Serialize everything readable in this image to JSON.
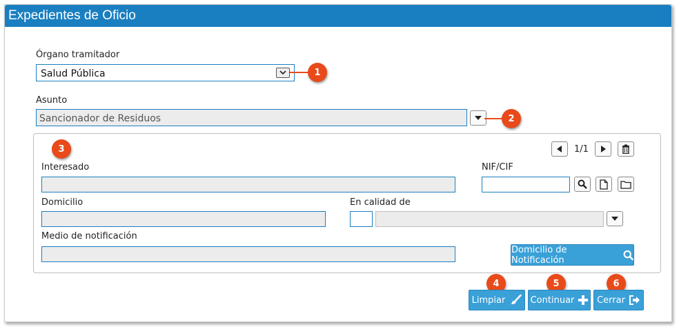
{
  "window": {
    "title": "Expedientes de Oficio"
  },
  "organo": {
    "label": "Órgano tramitador",
    "value": "Salud Pública"
  },
  "asunto": {
    "label": "Asunto",
    "value": "Sancionador de Residuos"
  },
  "panel": {
    "pager": "1/1",
    "interesado_label": "Interesado",
    "nif_label": "NIF/CIF",
    "domicilio_label": "Domicilio",
    "calidad_label": "En calidad de",
    "medio_label": "Medio de notificación",
    "domicilio_notif_button": "Domicilio de Notificación"
  },
  "buttons": {
    "limpiar": "Limpiar",
    "continuar": "Continuar",
    "cerrar": "Cerrar"
  },
  "callouts": [
    "1",
    "2",
    "3",
    "4",
    "5",
    "6"
  ],
  "icons": [
    "chevron-down-icon",
    "caret-down-icon",
    "arrow-left-icon",
    "arrow-right-icon",
    "trash-icon",
    "search-icon",
    "file-icon",
    "folder-icon",
    "brush-icon",
    "plus-icon",
    "sign-out-icon"
  ],
  "colors": {
    "title_bar": "#1a7fc0",
    "button": "#3aa0d8",
    "callout": "#e84a1a",
    "field_border": "#1a7fc0",
    "disabled_bg": "#ececec"
  }
}
